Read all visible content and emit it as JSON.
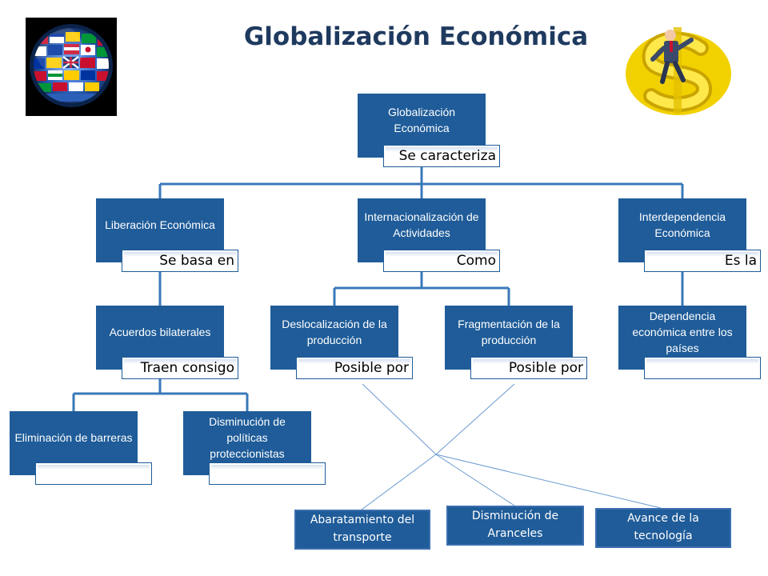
{
  "title": "Globalización Económica",
  "root": {
    "label": "Globalización Económica",
    "connector": "Se caracteriza"
  },
  "branches": [
    {
      "label": "Liberación Económica",
      "connector": "Se basa en"
    },
    {
      "label": "Internacionalización de Actividades",
      "connector": "Como"
    },
    {
      "label": "Interdependencia Económica",
      "connector": "Es la"
    }
  ],
  "level3": [
    {
      "label": "Acuerdos bilaterales",
      "connector": "Traen consigo"
    },
    {
      "label": "Deslocalización de la producción",
      "connector": "Posible por"
    },
    {
      "label": "Fragmentación de la producción",
      "connector": "Posible por"
    },
    {
      "label": "Dependencia económica entre los países",
      "connector": ""
    }
  ],
  "level4": [
    {
      "label": "Eliminación de barreras",
      "connector": ""
    },
    {
      "label": "Disminución de políticas proteccionistas",
      "connector": ""
    }
  ],
  "outcomes": [
    {
      "label": "Abaratamiento del transporte"
    },
    {
      "label": "Disminución de Aranceles"
    },
    {
      "label": "Avance  de la tecnología"
    }
  ],
  "images": [
    {
      "name": "globe-of-flags"
    },
    {
      "name": "dollar-sign-businessman"
    }
  ],
  "colors": {
    "node_fill": "#1f5c99",
    "node_text": "#ffffff",
    "title": "#1f3a5f",
    "connector_line": "#3a79b9",
    "outcome_border": "#3b6fb0",
    "dollar": "#f2d100"
  }
}
